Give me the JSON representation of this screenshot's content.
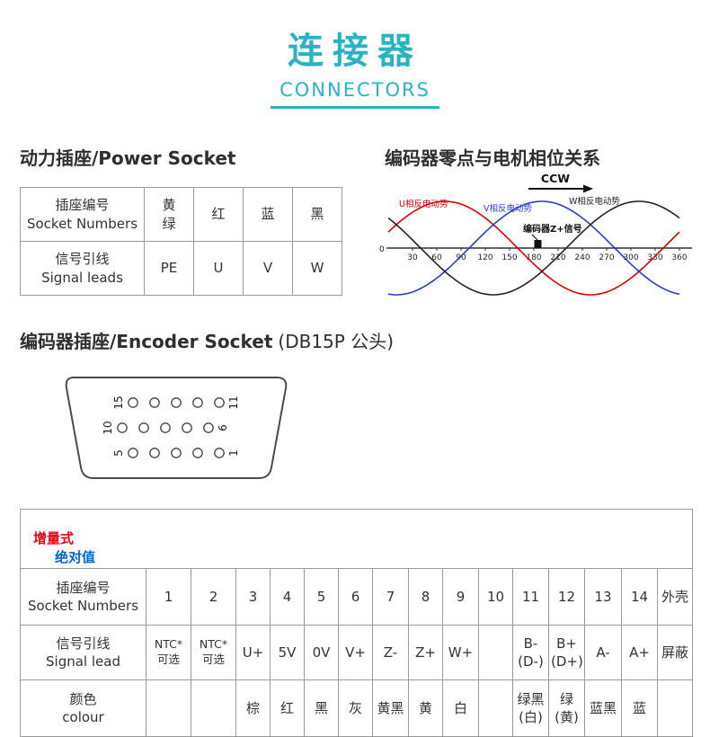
{
  "header": {
    "title_zh": "连接器",
    "title_en": "CONNECTORS",
    "accent_color": "#2bb3c4"
  },
  "power_socket": {
    "heading": "动力插座/Power Socket",
    "rows": [
      {
        "label": "插座编号\nSocket Numbers",
        "cells": [
          "黄\n绿",
          "红",
          "蓝",
          "黑"
        ]
      },
      {
        "label": "信号引线\nSignal leads",
        "cells": [
          "PE",
          "U",
          "V",
          "W"
        ]
      }
    ]
  },
  "chart_data": {
    "type": "line",
    "title": "编码器零点与电机相位关系",
    "x_range_deg": [
      0,
      360
    ],
    "x_ticks": [
      30,
      60,
      90,
      120,
      150,
      180,
      210,
      240,
      270,
      300,
      330,
      360
    ],
    "origin_label": "0",
    "rotation_label": "CCW",
    "z_signal_label": "编码器Z+信号",
    "z_pulse_deg": 185,
    "grid": false,
    "series": [
      {
        "name": "U相反电动势",
        "color": "#d40000",
        "waveform": "sine",
        "peak_deg": 70,
        "amplitude": 1
      },
      {
        "name": "V相反电动势",
        "color": "#2a3bd0",
        "waveform": "sine",
        "peak_deg": 190,
        "amplitude": 1
      },
      {
        "name": "W相反电动势",
        "color": "#222222",
        "waveform": "sine",
        "peak_deg": 310,
        "amplitude": 1
      }
    ]
  },
  "encoder_socket": {
    "heading_main": "编码器插座/Encoder Socket",
    "heading_suffix": "(DB15P 公头)",
    "pin_rows": [
      {
        "left": "15",
        "right": "11",
        "pins": 5
      },
      {
        "left": "10",
        "right": "6",
        "pins": 5
      },
      {
        "left": "5",
        "right": "1",
        "pins": 5
      }
    ]
  },
  "encoder_table": {
    "tabs": [
      {
        "label": "增量式",
        "color": "#e60012"
      },
      {
        "label": "绝对值",
        "color": "#0065c8"
      }
    ],
    "row_headers": [
      "插座编号\nSocket Numbers",
      "信号引线\nSignal lead",
      "颜色\ncolour"
    ],
    "pin_numbers": [
      "1",
      "2",
      "3",
      "4",
      "5",
      "6",
      "7",
      "8",
      "9",
      "10",
      "11",
      "12",
      "13",
      "14",
      "外壳"
    ],
    "signals": [
      "NTC*\n可选",
      "NTC*\n可选",
      "U+",
      "5V",
      "0V",
      "V+",
      "Z-",
      "Z+",
      "W+",
      "",
      "B-\n(D-)",
      "B+\n(D+)",
      "A-",
      "A+",
      "屏蔽"
    ],
    "colours": [
      "",
      "",
      "棕",
      "红",
      "黑",
      "灰",
      "黄黑",
      "黄",
      "白",
      "",
      "绿黑\n(白)",
      "绿\n(黄)",
      "蓝黑",
      "蓝",
      ""
    ]
  }
}
